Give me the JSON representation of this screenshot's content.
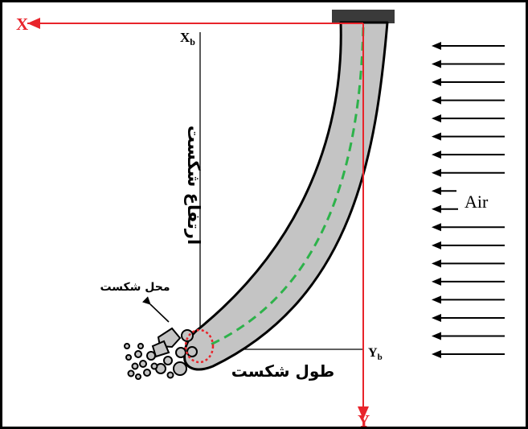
{
  "axes": {
    "x_label": "X",
    "y_label": "Y",
    "xb_label": "X",
    "xb_sub": "b",
    "yb_label": "Y",
    "yb_sub": "b"
  },
  "labels": {
    "breakup_height": "ارتفاع شکست",
    "breakup_location": "محل شکست",
    "breakup_length": "طول شکست",
    "air": "Air"
  },
  "colors": {
    "axis": "#e8242b",
    "jet_fill": "#c4c4c4",
    "centerline": "#2db24a",
    "breakup_circle": "#e8242b",
    "injector": "#3a3a3a",
    "ink": "#000000"
  },
  "air_arrow_count": 18
}
